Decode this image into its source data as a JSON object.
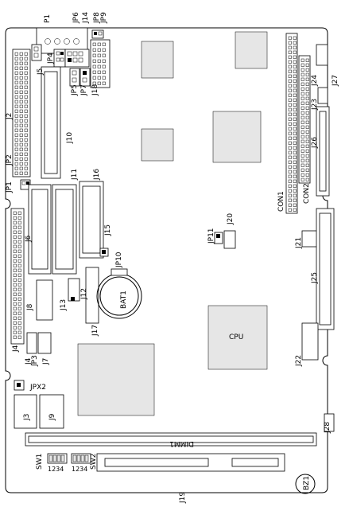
{
  "labels": {
    "p1": "P1",
    "jp6": "JP6",
    "j14": "J14",
    "jp8": "JP8",
    "jp9": "JP9",
    "j5": "J5",
    "jp4": "JP4",
    "jp5": "JP5",
    "jp7": "JP7",
    "j18": "J18",
    "j2": "J2",
    "j10": "J10",
    "jp2": "JP2",
    "jp1": "JP1",
    "j11": "J11",
    "j16": "J16",
    "j6": "J6",
    "j15": "J15",
    "jp10": "JP10",
    "j8": "J8",
    "j13": "J13",
    "j12": "J12",
    "bat1": "BAT1",
    "j17": "J17",
    "j4": "J4",
    "j4b": "J4",
    "jp3": "JP3",
    "j7": "J7",
    "jp11": "JP11",
    "j20": "J20",
    "con1": "CON1",
    "con2": "CON2",
    "j24": "J24",
    "j27": "J27",
    "j23": "J23",
    "j26": "J26",
    "j21": "J21",
    "j25": "J25",
    "cpu": "CPU",
    "j22": "J22",
    "jpx2": "JPX2",
    "j3": "J3",
    "j9": "J9",
    "dimm1": "DIMM1",
    "j28": "J28",
    "sw1": "SW1",
    "sw2": "SW2",
    "sw1_nums": "1234",
    "sw2_nums": "1234",
    "bz1": "BZ1",
    "j19": "J19"
  }
}
